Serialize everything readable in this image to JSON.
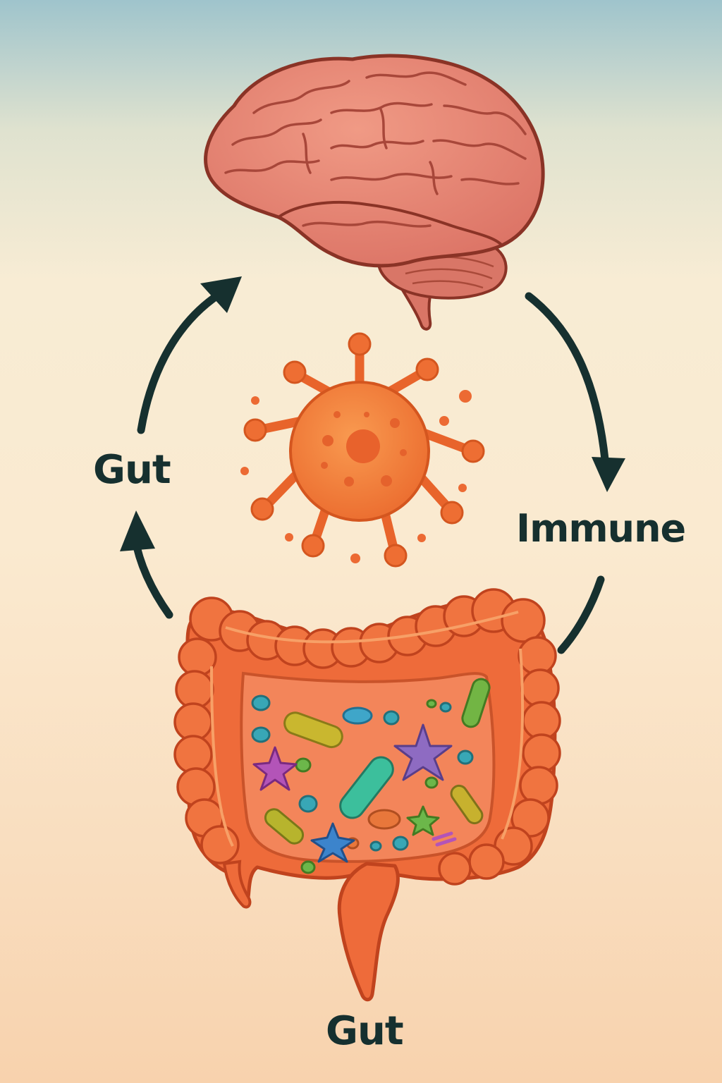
{
  "labels": {
    "gut_left": "Gut",
    "immune": "Immune",
    "gut_bottom": "Gut"
  },
  "colors": {
    "arrow": "#16302f",
    "brain": "#e4806f",
    "brain_outline": "#8a3326",
    "immune_cell": "#f07e3b",
    "intestine": "#ee6b3a",
    "intestine_outline": "#c0431e"
  },
  "icons": [
    "brain-icon",
    "immune-cell-icon",
    "intestine-icon",
    "gut-bacteria-icon",
    "cycle-arrow-icon"
  ]
}
